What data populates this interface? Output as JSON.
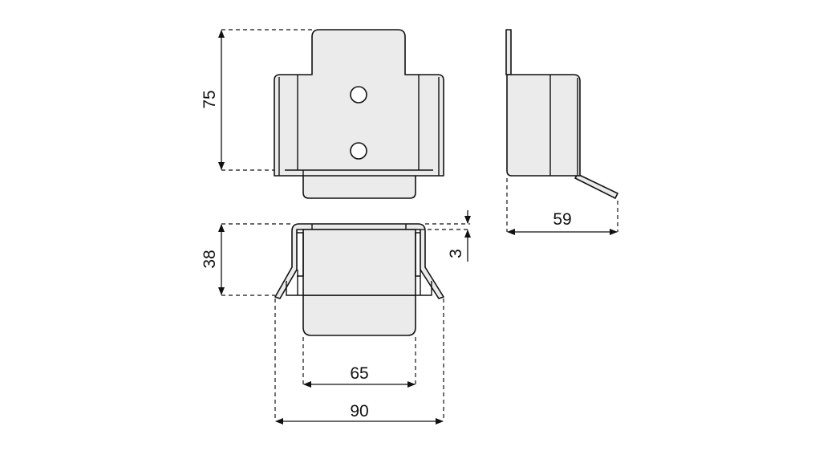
{
  "dimensions": {
    "height_front": "75",
    "depth_side": "59",
    "height_bottom": "38",
    "offset": "3",
    "inner_width": "65",
    "outer_width": "90"
  }
}
